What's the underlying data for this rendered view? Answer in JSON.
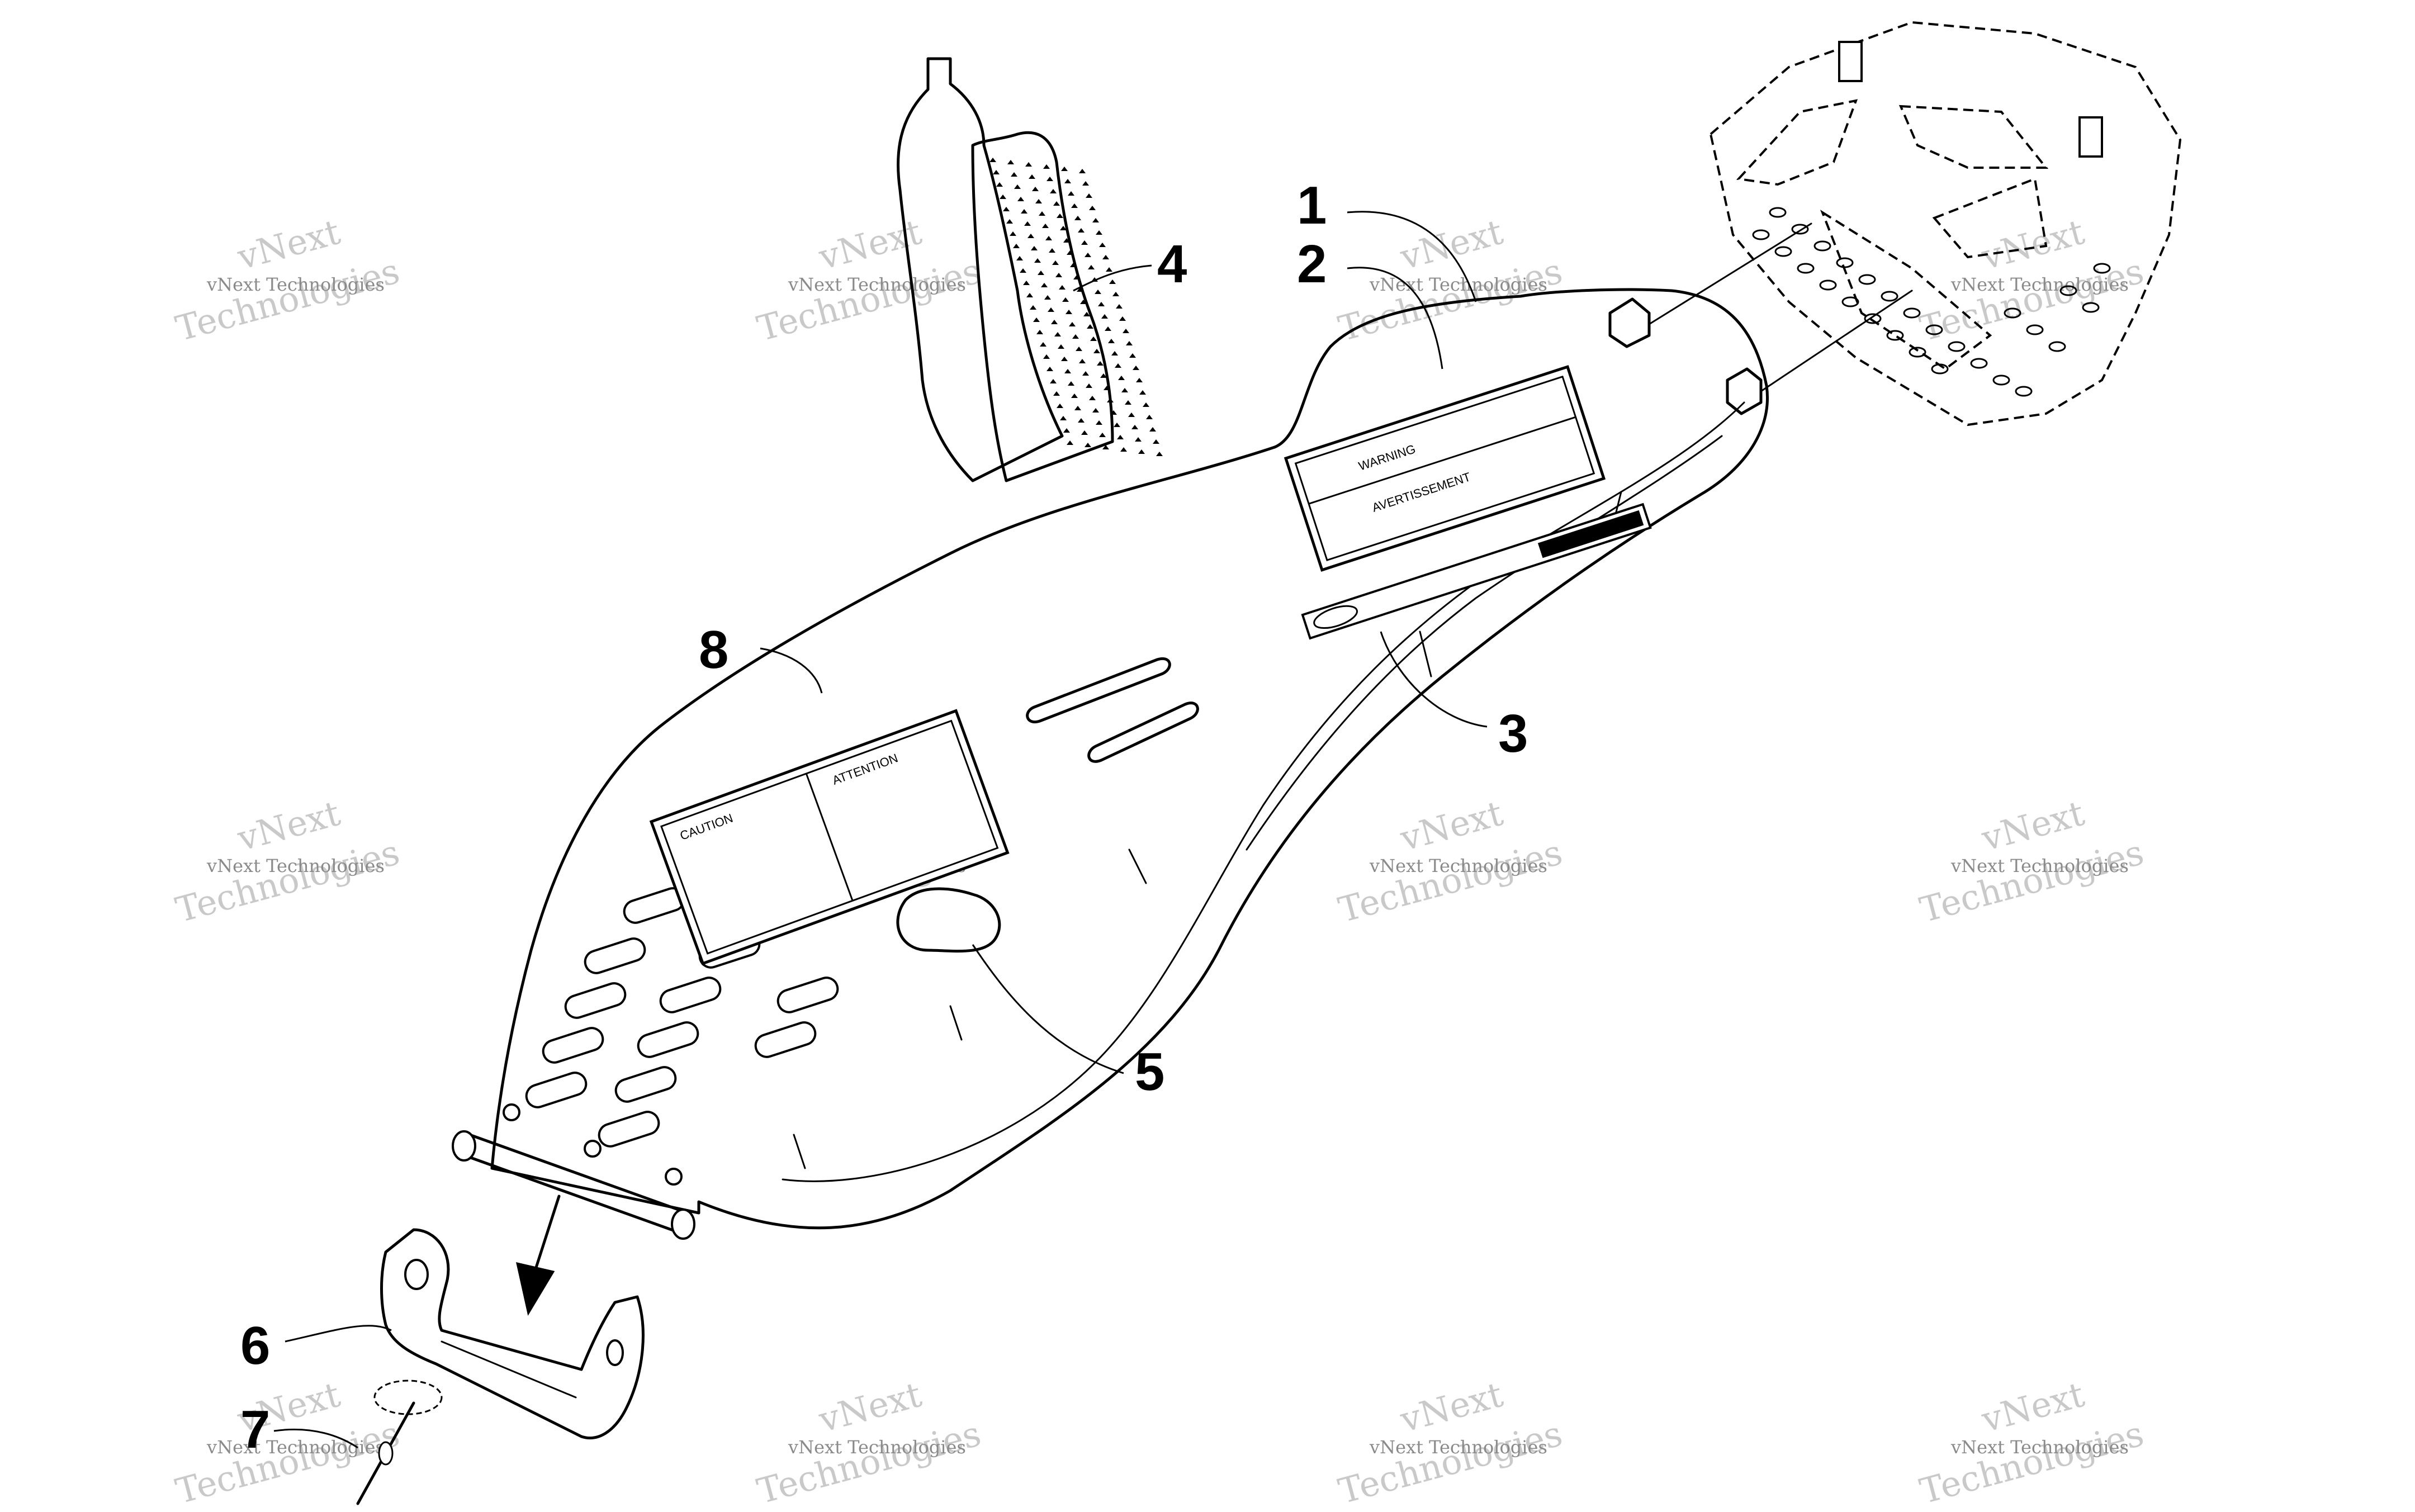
{
  "callouts": [
    {
      "id": "1",
      "text": "1"
    },
    {
      "id": "2",
      "text": "2"
    },
    {
      "id": "3",
      "text": "3"
    },
    {
      "id": "4",
      "text": "4"
    },
    {
      "id": "5",
      "text": "5"
    },
    {
      "id": "6",
      "text": "6"
    },
    {
      "id": "7",
      "text": "7"
    },
    {
      "id": "8",
      "text": "8"
    }
  ],
  "watermark": {
    "line1": "vNext Technologies",
    "line2a": "vNext",
    "line2b": "Technologies"
  },
  "decals": {
    "warning": "WARNING",
    "avertissement": "AVERTISSEMENT",
    "attention": "ATTENTION",
    "caution": "CAUTION"
  }
}
